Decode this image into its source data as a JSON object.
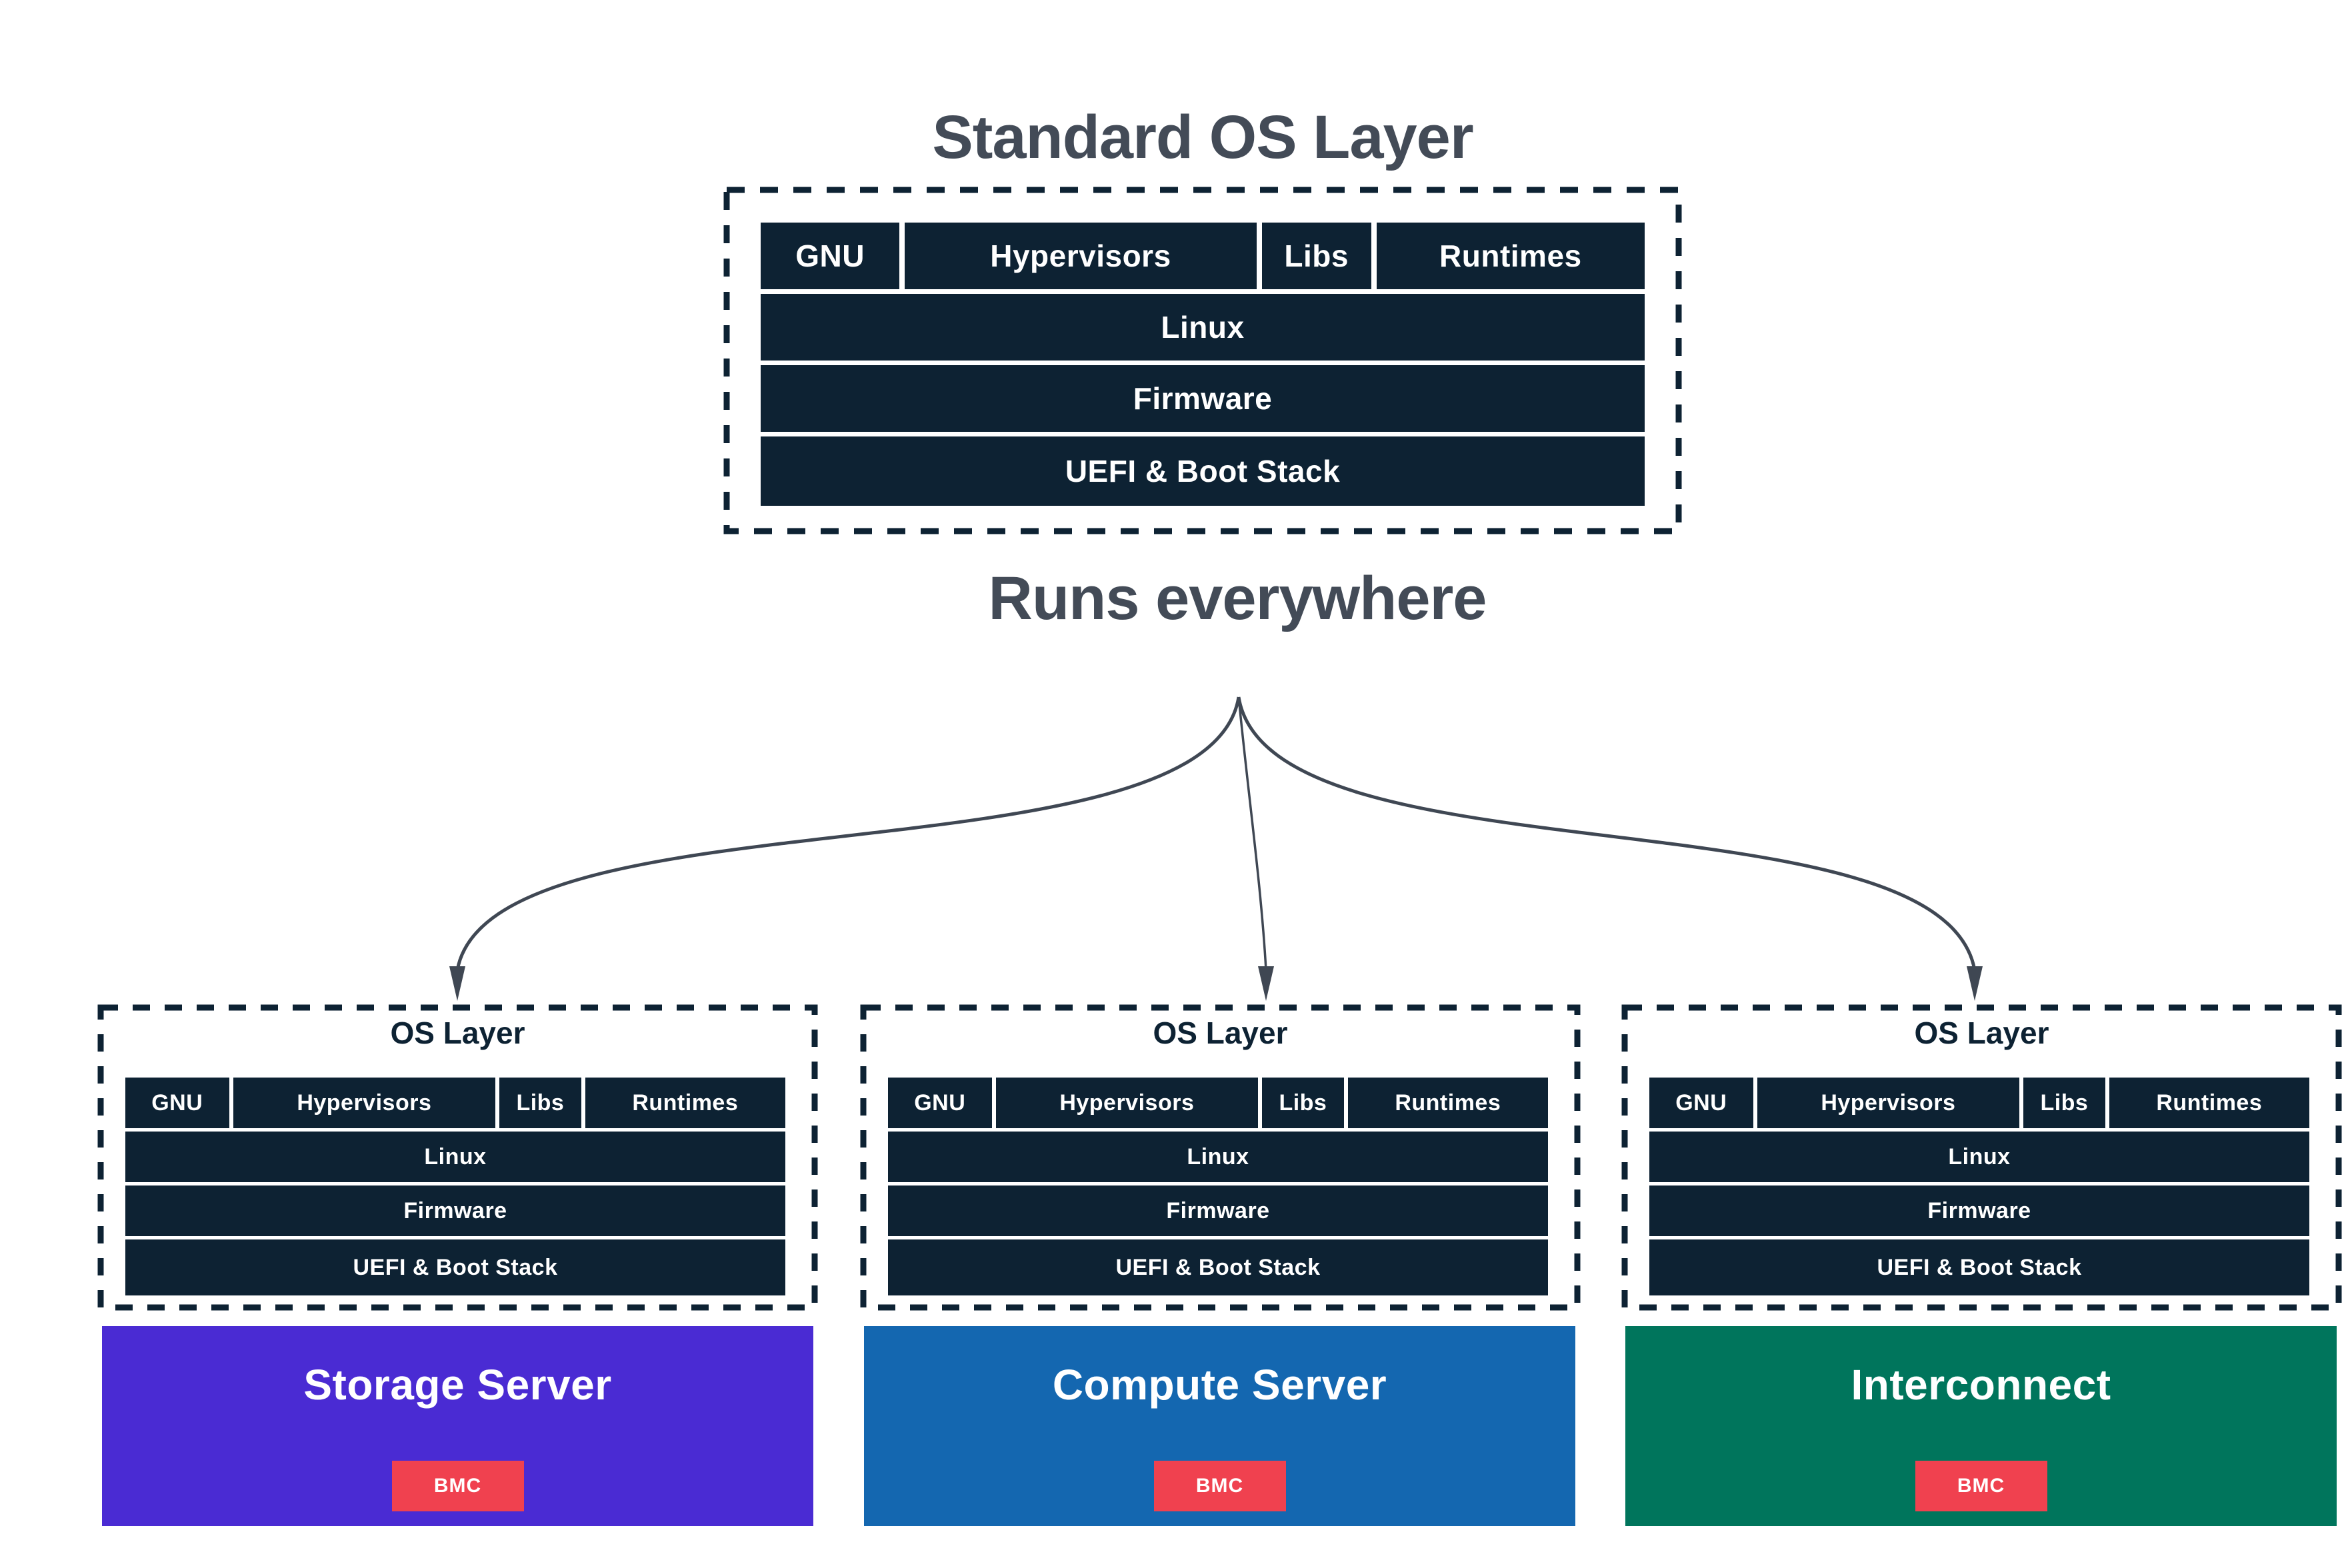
{
  "colors": {
    "navy": "#0d2233",
    "titleGray": "#434b57",
    "arrow": "#3f4753",
    "purple": "#4a2bd3",
    "blue": "#1467b0",
    "green": "#00755c",
    "red": "#f0414f",
    "white": "#ffffff"
  },
  "header": {
    "title": "Standard OS Layer",
    "subtitle": "Runs everywhere"
  },
  "os_stack": {
    "top_row": [
      "GNU",
      "Hypervisors",
      "Libs",
      "Runtimes"
    ],
    "layers": [
      "Linux",
      "Firmware",
      "UEFI & Boot Stack"
    ]
  },
  "os_layer_label": "OS Layer",
  "servers": [
    {
      "label": "Storage Server",
      "bmc_label": "BMC"
    },
    {
      "label": "Compute Server",
      "bmc_label": "BMC"
    },
    {
      "label": "Interconnect",
      "bmc_label": "BMC"
    }
  ]
}
